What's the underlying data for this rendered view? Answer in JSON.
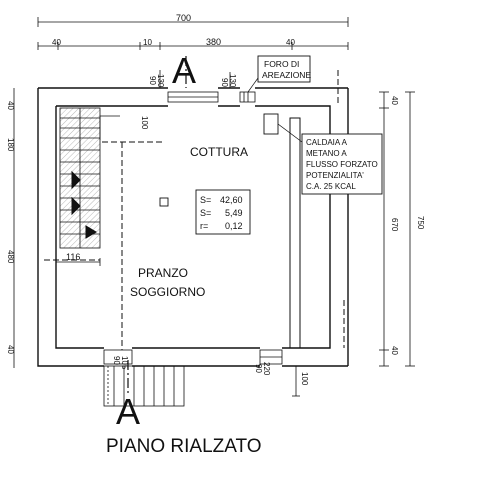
{
  "section_marks": {
    "top": "A",
    "bottom": "A"
  },
  "dims_top": {
    "total": "700",
    "left": "40",
    "small": "10",
    "middle": "380",
    "right": "40"
  },
  "dims_left": {
    "d1": "40",
    "d2": "180",
    "d3": "480",
    "d4": "40"
  },
  "dims_right": {
    "d1": "40",
    "d2": "670",
    "d3": "750",
    "d4": "40"
  },
  "dims_inner": {
    "win_top_a": "90",
    "win_top_b": "130",
    "stair_gap": "100",
    "stair_width": "116",
    "door_a": "90",
    "door_b": "220",
    "entry_a": "90",
    "entry_b": "105",
    "step": "100",
    "win_right_a": "90",
    "win_right_b": "130"
  },
  "labels": {
    "foro_line1": "FORO DI",
    "foro_line2": "AREAZIONE",
    "caldaia_line1": "CALDAIA A",
    "caldaia_line2": "METANO A",
    "caldaia_line3": "FLUSSO FORZATO",
    "caldaia_line4": "POTENZIALITA'",
    "caldaia_line5": "C.A. 25 KCAL",
    "cottura": "COTTURA",
    "pranzo": "PRANZO",
    "soggiorno": "SOGGIORNO",
    "floor_title": "PIANO RIALZATO"
  },
  "room_data": {
    "s_label": "S=",
    "s_value": "42,60",
    "s2_label": "S=",
    "s2_value": "5,49",
    "r_label": "r=",
    "r_value": "0,12"
  }
}
